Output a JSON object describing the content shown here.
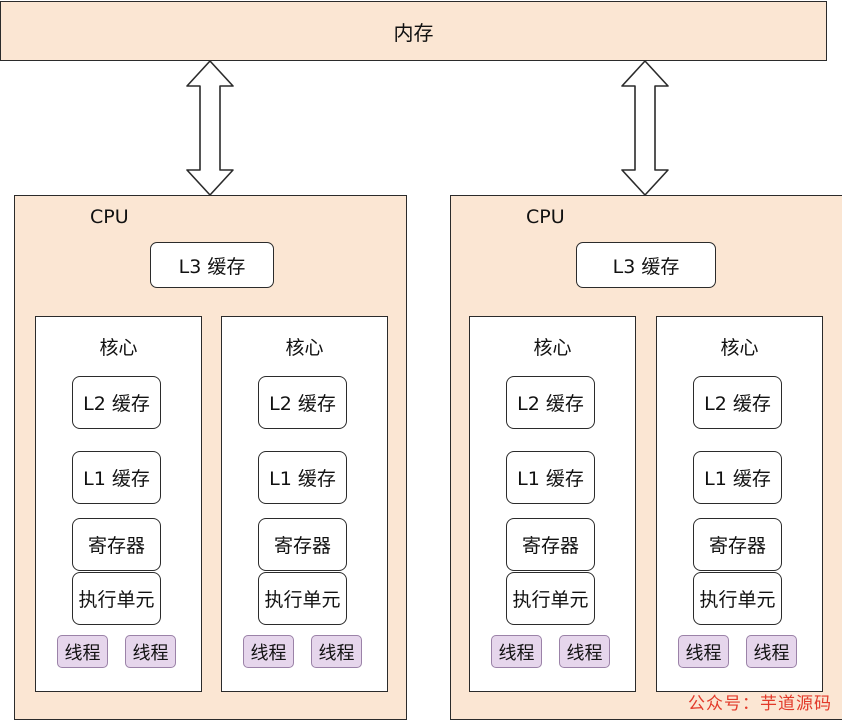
{
  "memory": {
    "label": "内存"
  },
  "cpus": [
    {
      "label": "CPU",
      "l3": "L3 缓存",
      "cores": [
        {
          "label": "核心",
          "l2": "L2 缓存",
          "l1": "L1 缓存",
          "registers": "寄存器",
          "exec_unit": "执行单元",
          "threads": [
            "线程",
            "线程"
          ]
        },
        {
          "label": "核心",
          "l2": "L2 缓存",
          "l1": "L1 缓存",
          "registers": "寄存器",
          "exec_unit": "执行单元",
          "threads": [
            "线程",
            "线程"
          ]
        }
      ]
    },
    {
      "label": "CPU",
      "l3": "L3 缓存",
      "cores": [
        {
          "label": "核心",
          "l2": "L2 缓存",
          "l1": "L1 缓存",
          "registers": "寄存器",
          "exec_unit": "执行单元",
          "threads": [
            "线程",
            "线程"
          ]
        },
        {
          "label": "核心",
          "l2": "L2 缓存",
          "l1": "L1 缓存",
          "registers": "寄存器",
          "exec_unit": "执行单元",
          "threads": [
            "线程",
            "线程"
          ]
        }
      ]
    }
  ],
  "watermark": "公众号：芋道源码",
  "colors": {
    "peach": "#fbe6d3",
    "thread_fill": "#e6d6ec",
    "thread_border": "#9b82a8",
    "watermark": "#e23a2a",
    "border": "#2b2b2b"
  }
}
